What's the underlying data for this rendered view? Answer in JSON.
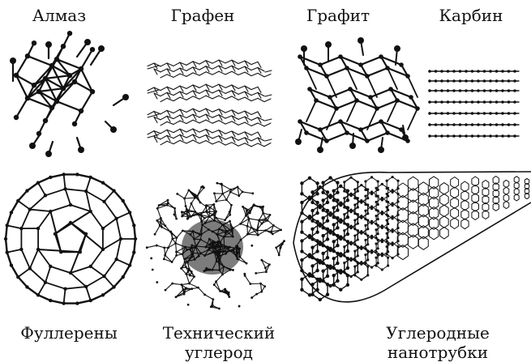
{
  "labels": {
    "diamond": "Алмаз",
    "graphene": "Графен",
    "graphite": "Графит",
    "carbyne": "Карбин",
    "fullerenes": "Фуллерены",
    "tech_carbon_1": "Технический",
    "tech_carbon_2": "углерод",
    "nanotubes_1": "Углеродные",
    "nanotubes_2": "нанотрубки"
  },
  "colors": {
    "ink": "#111111",
    "background": "#ffffff"
  },
  "structures": [
    "diamond-lattice",
    "graphene-sheets",
    "graphite-lattice",
    "carbyne-chains",
    "fullerene-ball",
    "amorphous-carbon",
    "carbon-nanotube"
  ]
}
